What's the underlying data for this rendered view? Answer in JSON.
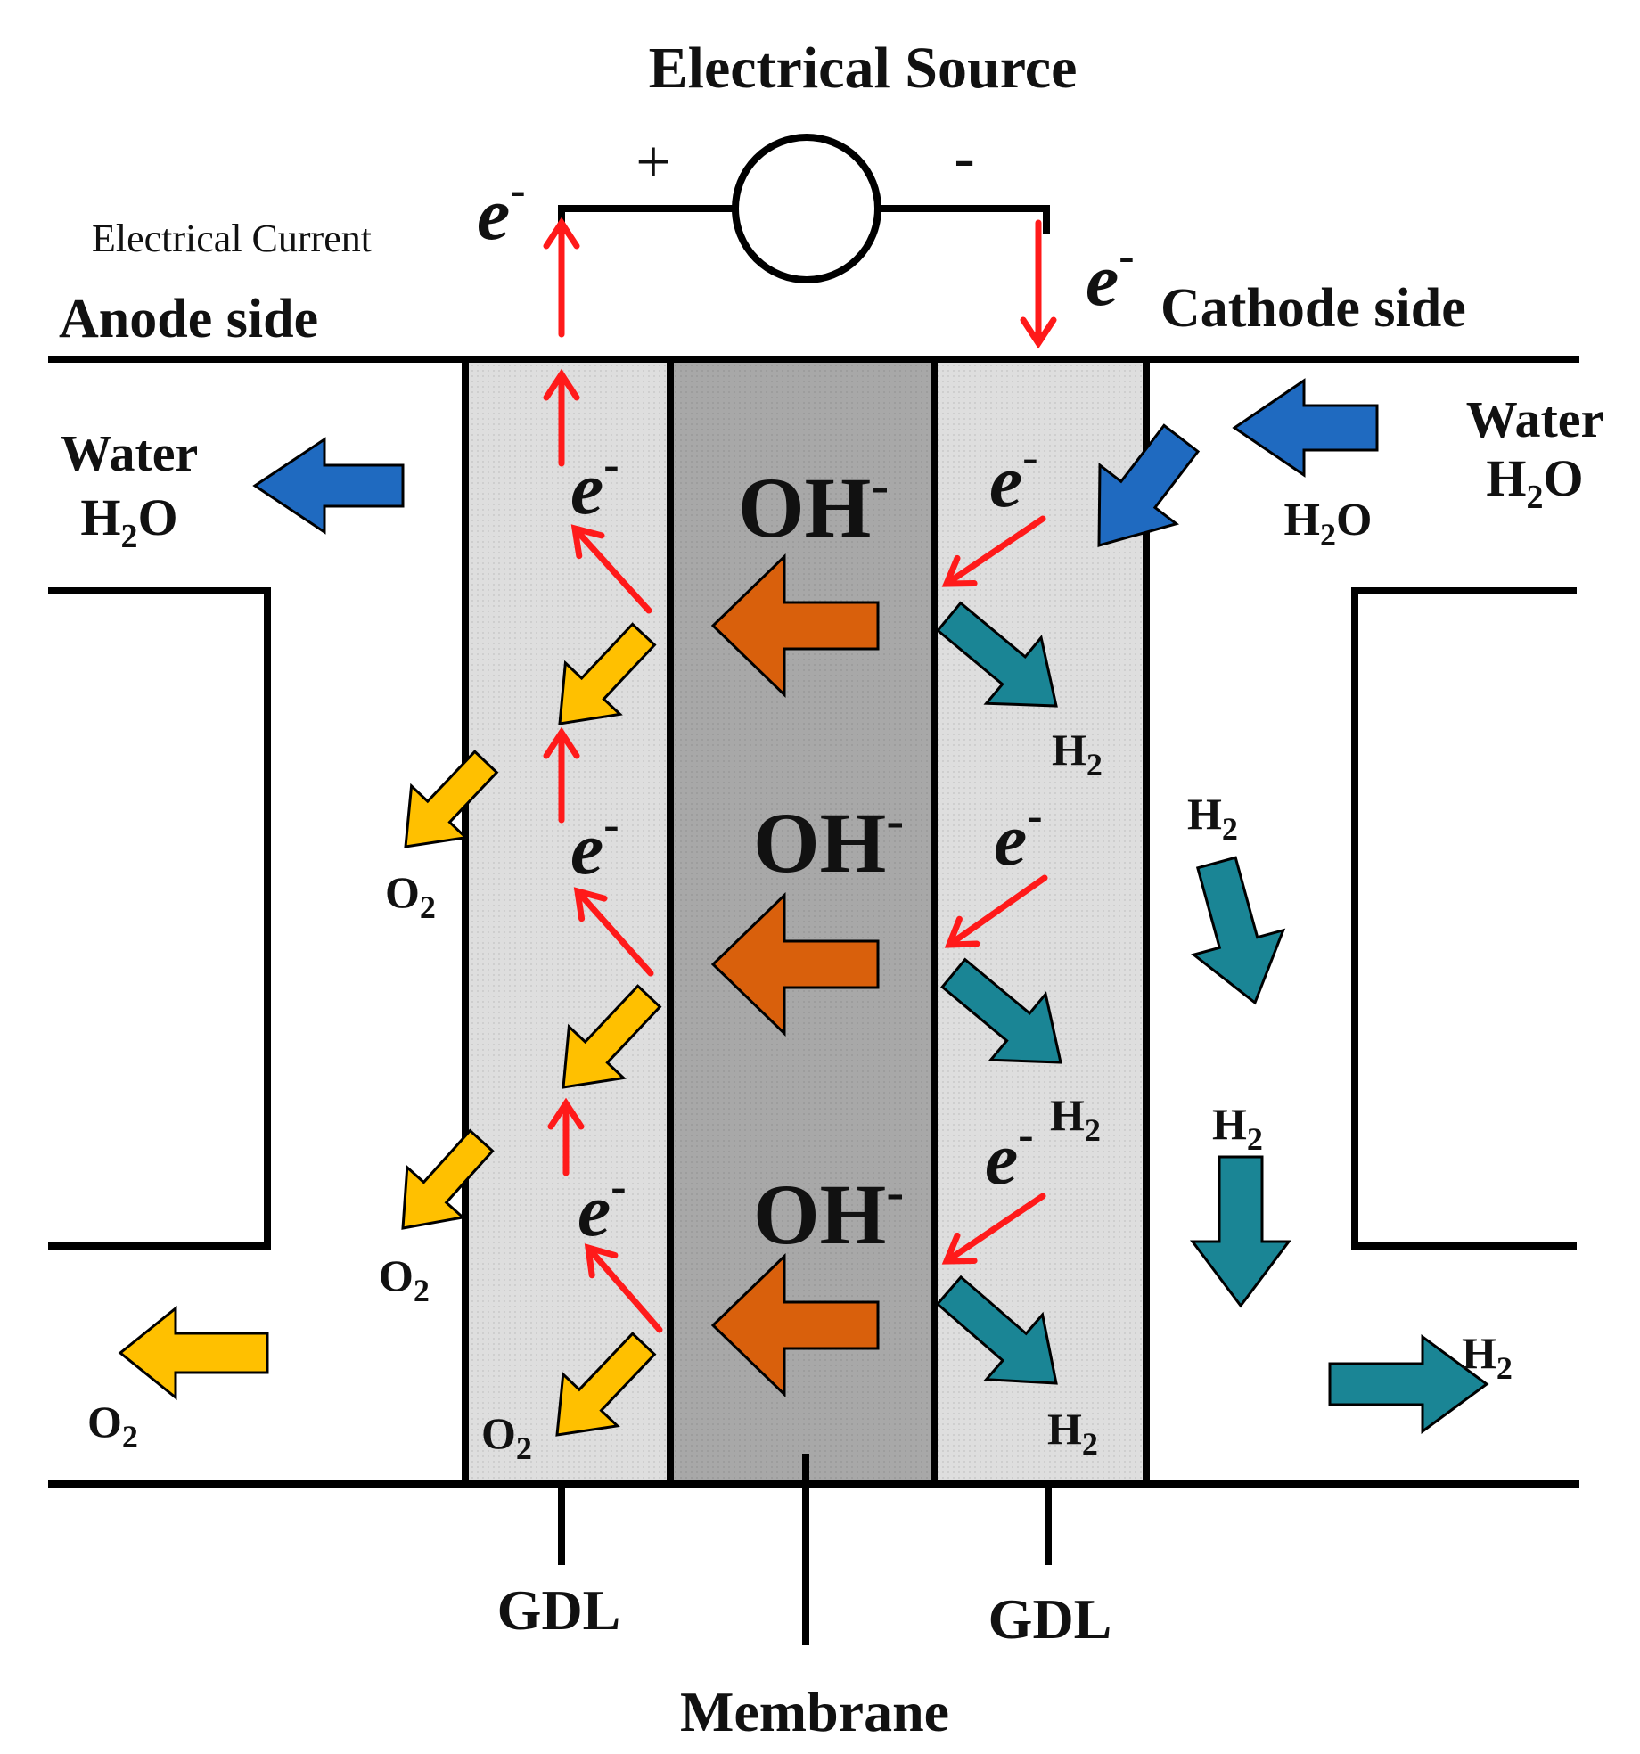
{
  "title": "Electrical Source",
  "source": {
    "plus": "+",
    "minus": "-"
  },
  "current_label": "Electrical Current",
  "anode_label": "Anode side",
  "cathode_label": "Cathode side",
  "water_in": {
    "word": "Water",
    "formula": "H",
    "sub": "2",
    "tail": "O"
  },
  "water_out": {
    "word": "Water",
    "formula": "H",
    "sub": "2",
    "tail": "O"
  },
  "water_small": {
    "formula": "H",
    "sub": "2",
    "tail": "O"
  },
  "electron": {
    "base": "e",
    "sup": "-"
  },
  "hydroxide": {
    "base": "OH",
    "sup": "-"
  },
  "oxygen": {
    "base": "O",
    "sub": "2"
  },
  "hydrogen": {
    "base": "H",
    "sub": "2"
  },
  "layers": {
    "gdl_left": "GDL",
    "gdl_right": "GDL",
    "membrane": "Membrane"
  },
  "colors": {
    "electron_arrow": "#ff1a1a",
    "hydroxide_arrow": "#d9600c",
    "oxygen_arrow": "#ffc000",
    "hydrogen_arrow": "#1a8595",
    "water_arrow": "#1f6ac0",
    "gdl_fill": "#dcdcdc",
    "membrane_fill": "#a9a9a9"
  }
}
